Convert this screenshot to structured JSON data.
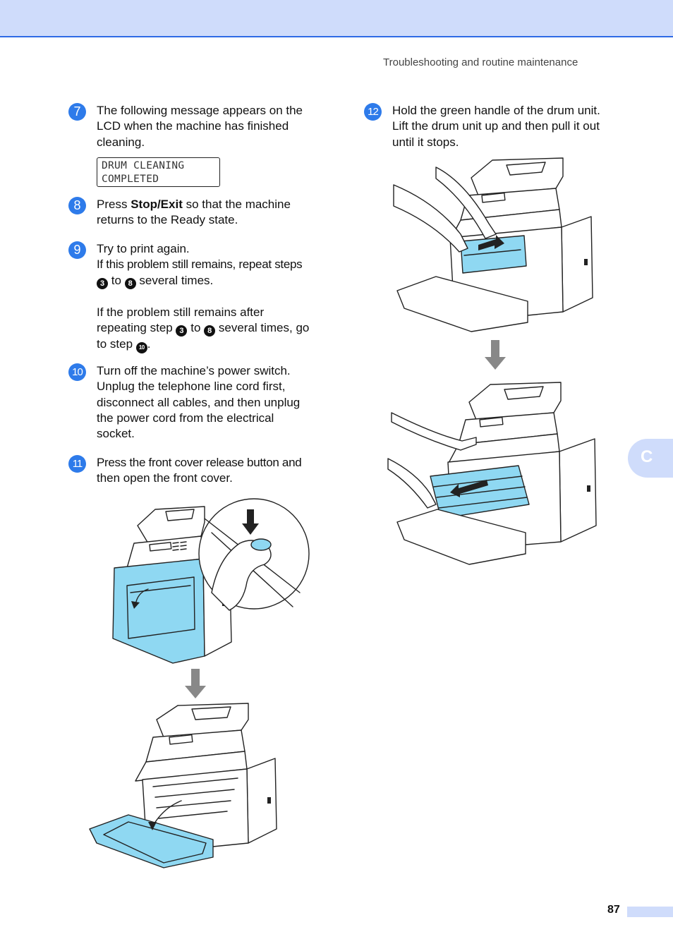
{
  "header": {
    "running_title": "Troubleshooting and routine maintenance"
  },
  "side_tab": {
    "label": "C"
  },
  "footer": {
    "page_number": "87"
  },
  "colors": {
    "accent_blue": "#2e7bea",
    "band_blue": "#cfdcfb",
    "part_highlight": "#8fd8f2"
  },
  "steps": [
    {
      "number": "7",
      "lines": [
        "The following message appears on the",
        "LCD when the machine has finished",
        "cleaning."
      ],
      "lcd": [
        "DRUM CLEANING",
        "COMPLETED"
      ]
    },
    {
      "number": "8",
      "pre": "Press ",
      "bold": "Stop/Exit",
      "post": " so that the machine",
      "line2": "returns to the Ready state."
    },
    {
      "number": "9",
      "l1": "Try to print again.",
      "l2": "If this problem still remains, repeat steps",
      "l3_ref1": "3",
      "l3_to": "to",
      "l3_ref2": "8",
      "l3_tail": "several times.",
      "l4": "If the problem still remains after",
      "l5_head": "repeating step",
      "l5_ref1": "3",
      "l5_to": "to",
      "l5_ref2": "8",
      "l5_tail": "several times, go",
      "l6_head": "to step",
      "l6_ref": "10",
      "l6_tail": "."
    },
    {
      "number": "10",
      "lines": [
        "Turn off the machine’s power switch.",
        "Unplug the telephone line cord first,",
        "disconnect all cables, and then unplug",
        "the power cord from the electrical",
        "socket."
      ]
    },
    {
      "number": "11",
      "lines": [
        "Press the front cover release button and",
        "then open the front cover."
      ]
    },
    {
      "number": "12",
      "lines": [
        "Hold the green handle of the drum unit.",
        "Lift the drum unit up and then pull it out",
        "until it stops."
      ]
    }
  ]
}
